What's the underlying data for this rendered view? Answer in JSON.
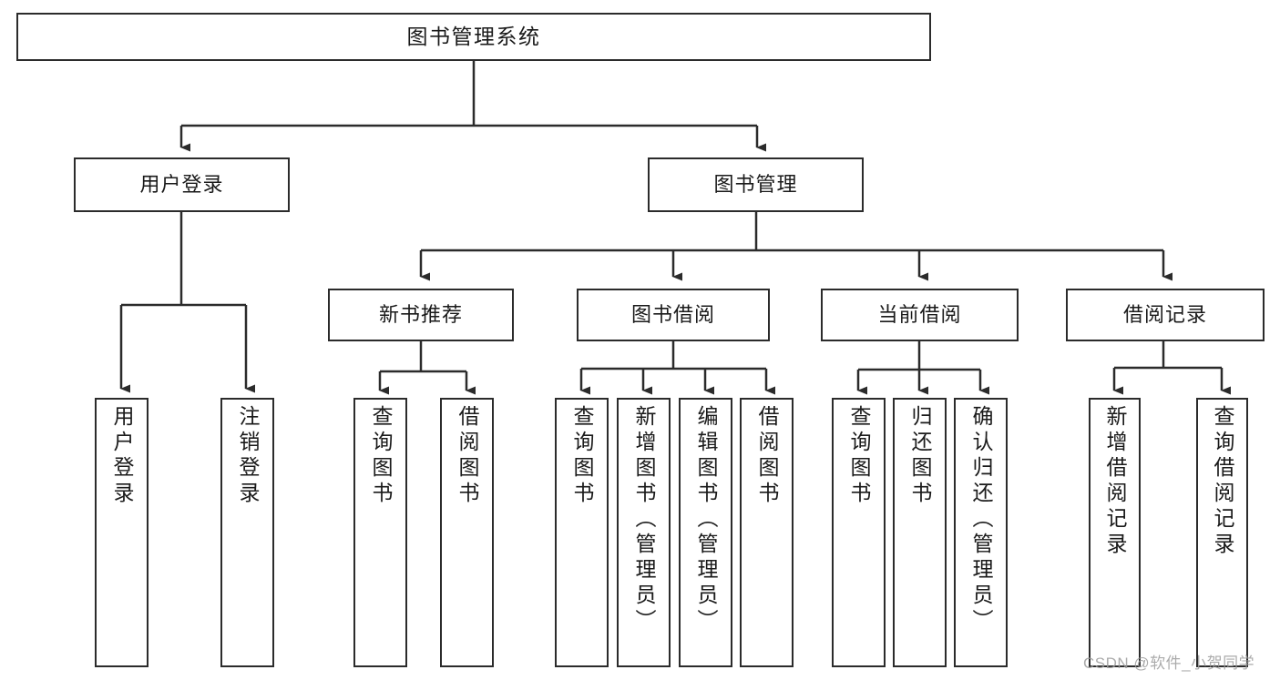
{
  "diagram": {
    "type": "tree",
    "title": "图书管理系统",
    "orientation": "top-down",
    "colors": {
      "stroke": "#2b2b2b",
      "fill": "#ffffff",
      "text": "#1a1a1a",
      "watermark": "#9d9d9d"
    },
    "watermark": "CSDN @软件_小贺同学"
  },
  "nodes": {
    "root": {
      "label": "图书管理系统"
    },
    "level2": [
      {
        "label": "用户登录"
      },
      {
        "label": "图书管理"
      }
    ],
    "level3": [
      {
        "label": "新书推荐"
      },
      {
        "label": "图书借阅"
      },
      {
        "label": "当前借阅"
      },
      {
        "label": "借阅记录"
      }
    ],
    "leaves": {
      "user_login": [
        {
          "label": "用户登录"
        },
        {
          "label": "注销登录"
        }
      ],
      "new_book": [
        {
          "label": "查询图书"
        },
        {
          "label": "借阅图书"
        }
      ],
      "borrow_book": [
        {
          "label": "查询图书"
        },
        {
          "label": "新增图书（管理员）"
        },
        {
          "label": "编辑图书（管理员）"
        },
        {
          "label": "借阅图书"
        }
      ],
      "current_borrow": [
        {
          "label": "查询图书"
        },
        {
          "label": "归还图书"
        },
        {
          "label": "确认归还（管理员）"
        }
      ],
      "borrow_record": [
        {
          "label": "新增借阅记录"
        },
        {
          "label": "查询借阅记录"
        }
      ]
    }
  }
}
